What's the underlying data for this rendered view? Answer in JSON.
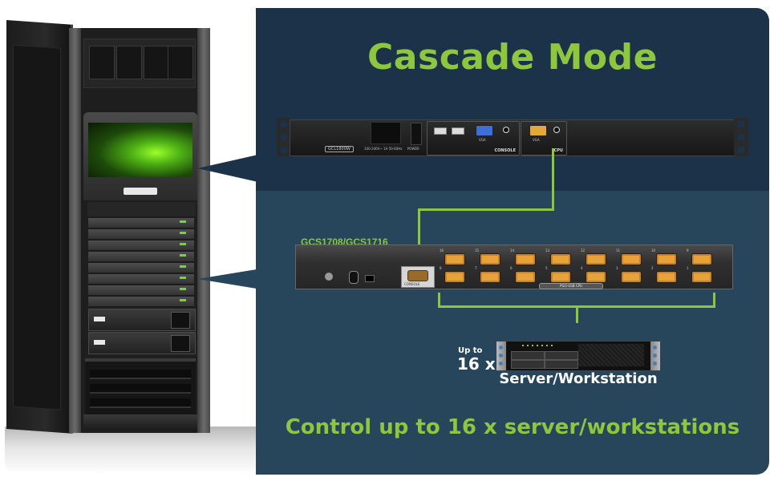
{
  "title": "Cascade Mode",
  "colors": {
    "accent": "#8dc63f",
    "panel_top": "#1b3249",
    "panel_bottom": "#27465c",
    "text_light": "#ffffff"
  },
  "rack": {
    "name": "server-rack-illustration",
    "callouts": [
      "kvm-console-drawer",
      "kvm-switch-stack"
    ]
  },
  "primary_device": {
    "model_label": "GCL1800W",
    "voltage_label": "100-240V~ 1A 50-60Hz",
    "power_label": "POWER",
    "console_label": "CONSOLE",
    "cpu_label": "CPU",
    "vga_label": "VGA"
  },
  "cascade_device": {
    "label": "GCS1708/GCS1716",
    "console_label": "CONSOLE",
    "badge_label": "PS/2-USB CPU",
    "ports_top": [
      "16",
      "15",
      "14",
      "13",
      "12",
      "11",
      "10",
      "9"
    ],
    "ports_bottom": [
      "8",
      "7",
      "6",
      "5",
      "4",
      "3",
      "2",
      "1"
    ]
  },
  "server": {
    "up_to_label": "Up to",
    "count_label": "16 x",
    "label": "Server/Workstation"
  },
  "tagline": "Control up to 16 x server/workstations"
}
